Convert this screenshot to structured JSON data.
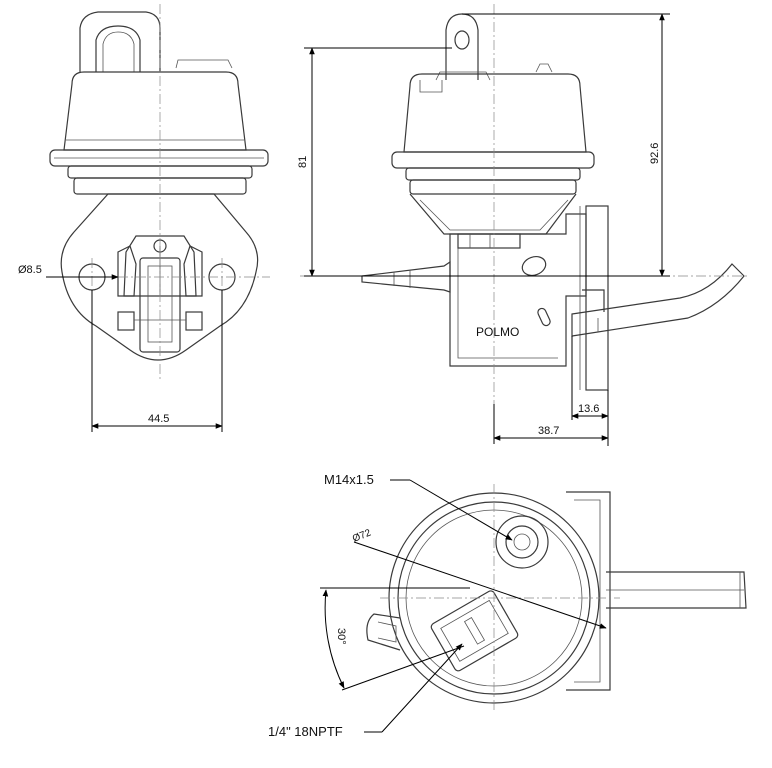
{
  "front_view": {
    "hole_diameter": "Ø8.5",
    "hole_spacing": "44.5"
  },
  "side_view": {
    "height_body": "81",
    "height_total": "92.6",
    "brand": "POLMO",
    "flange_thickness": "13.6",
    "body_depth": "38.7"
  },
  "top_view": {
    "outlet_thread": "M14x1.5",
    "diameter": "Ø72",
    "angle": "30°",
    "inlet_thread": "1/4\" 18NPTF"
  }
}
